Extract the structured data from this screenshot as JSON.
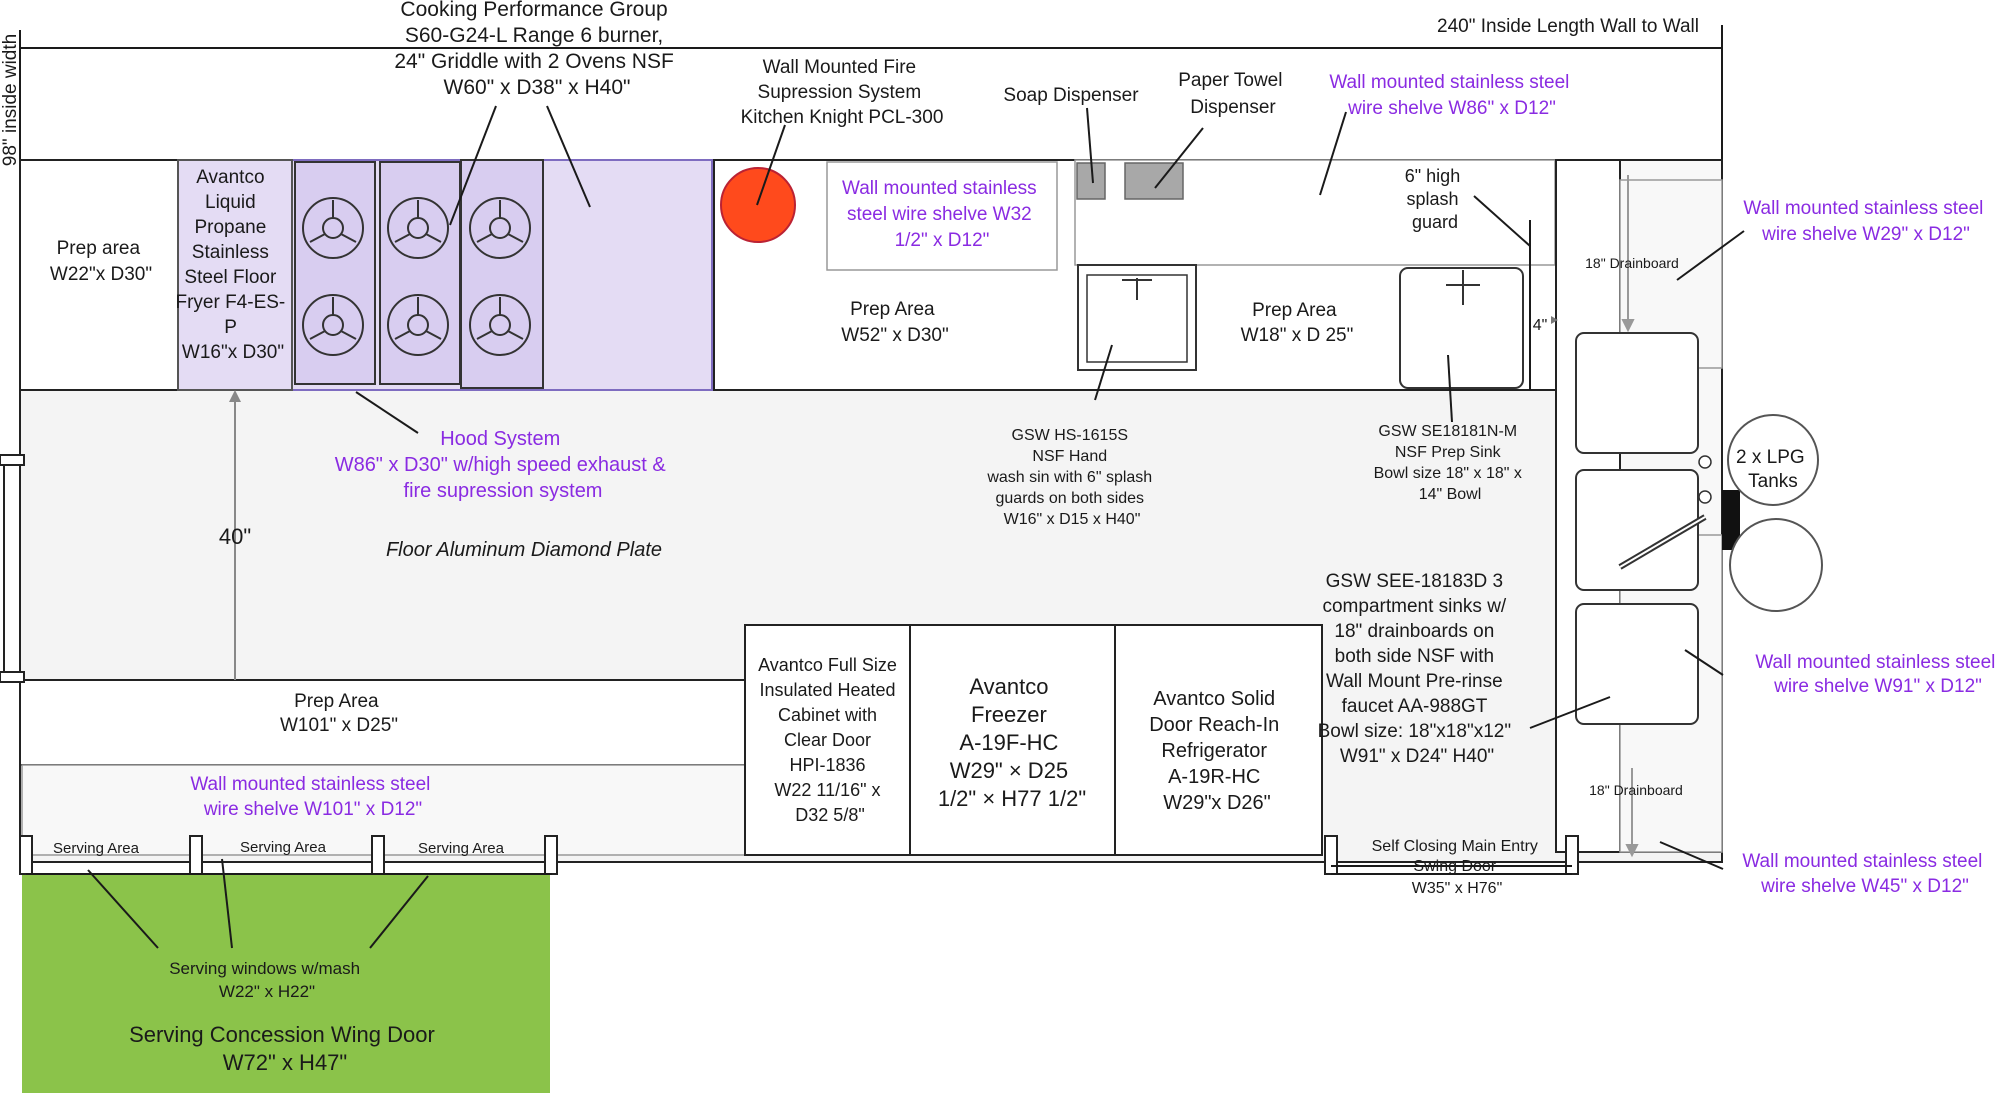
{
  "dimensions": {
    "length": "240\" Inside Length Wall to Wall",
    "width": "98\" inside width",
    "aisle": "40\"",
    "splash_gap": "4\""
  },
  "range": {
    "lines": [
      "Cooking Performance Group",
      "S60-G24-L Range 6 burner,",
      "24\" Griddle with 2 Ovens NSF",
      "W60\" x D38\" x H40\""
    ]
  },
  "fire_system": {
    "lines": [
      "Wall Mounted Fire",
      "Supression System",
      "Kitchen Knight PCL-300"
    ]
  },
  "soap": {
    "label": "Soap Dispenser"
  },
  "paper_towel": {
    "lines": [
      "Paper Towel",
      "Dispenser"
    ]
  },
  "shelf_top": {
    "lines": [
      "Wall mounted stainless steel",
      "wire shelve W86\" x D12\""
    ]
  },
  "shelf_w32": {
    "lines": [
      "Wall mounted stainless",
      "steel wire shelve W32",
      "1/2\" x D12\""
    ]
  },
  "shelf_w29": {
    "lines": [
      "Wall mounted stainless steel",
      "wire shelve W29\" x D12\""
    ]
  },
  "shelf_w91": {
    "lines": [
      "Wall mounted stainless steel",
      "wire shelve W91\" x D12\""
    ]
  },
  "shelf_w45": {
    "lines": [
      "Wall mounted stainless steel",
      "wire shelve W45\" x D12\""
    ]
  },
  "shelf_w101": {
    "lines": [
      "Wall mounted stainless steel",
      "wire shelve W101\" x D12\""
    ]
  },
  "splash_guard": {
    "lines": [
      "6\" high",
      "splash",
      "guard"
    ]
  },
  "prep_left": {
    "lines": [
      "Prep area",
      "W22\"x D30\""
    ]
  },
  "fryer": {
    "lines": [
      "Avantco",
      "Liquid",
      "Propane",
      "Stainless",
      "Steel Floor",
      "Fryer  F4-ES-",
      "P",
      "W16\"x D30\""
    ]
  },
  "prep_w52": {
    "lines": [
      "Prep Area",
      "W52\" x D30\""
    ]
  },
  "prep_w18": {
    "lines": [
      "Prep Area",
      "W18\" x D 25\""
    ]
  },
  "prep_w101": {
    "lines": [
      "Prep Area",
      "W101\" x D25\""
    ]
  },
  "hood": {
    "lines": [
      "Hood System",
      "W86\" x D30\" w/high speed exhaust &",
      "fire supression system"
    ]
  },
  "floor": {
    "label": "Floor Aluminum Diamond Plate"
  },
  "hand_sink": {
    "lines": [
      "GSW HS-1615S",
      "NSF Hand",
      "wash sin with 6\" splash",
      "guards on both sides",
      "W16\" x D15 x H40\""
    ]
  },
  "prep_sink": {
    "lines": [
      "GSW SE18181N-M",
      "NSF Prep Sink",
      "Bowl size 18\" x 18\" x",
      "14\" Bowl"
    ]
  },
  "comp_sink": {
    "lines": [
      "GSW SEE-18183D 3",
      "compartment sinks w/",
      "18\" drainboards on",
      "both side NSF with",
      "Wall Mount Pre-rinse",
      "faucet AA-988GT",
      "Bowl size: 18\"x18\"x12\"",
      "W91\" x D24\" H40\""
    ]
  },
  "drainboard": {
    "top": "18\" Drainboard",
    "bottom": "18\" Drainboard"
  },
  "lpg": {
    "lines": [
      "2 x LPG",
      "Tanks"
    ]
  },
  "heated_cabinet": {
    "lines": [
      "Avantco Full Size",
      "Insulated Heated",
      "Cabinet with",
      "Clear Door",
      "HPI-1836",
      "W22 11/16\" x",
      "D32 5/8\""
    ]
  },
  "freezer": {
    "lines": [
      "Avantco",
      "Freezer",
      "A-19F-HC",
      "W29\" × D25",
      "1/2\" × H77 1/2\""
    ]
  },
  "refrigerator": {
    "lines": [
      "Avantco Solid",
      "Door Reach-In",
      "Refrigerator",
      "A-19R-HC",
      "W29\"x D26\""
    ]
  },
  "entry_door": {
    "lines": [
      "Self Closing Main Entry",
      "Swing Door",
      "W35\" x H76\""
    ]
  },
  "serving": {
    "areas": [
      "Serving Area",
      "Serving Area",
      "Serving Area"
    ]
  },
  "serving_windows": {
    "lines": [
      "Serving windows w/mash",
      "W22\" x H22\""
    ]
  },
  "wing_door": {
    "lines": [
      "Serving Concession Wing Door",
      "W72\" x H47\""
    ]
  },
  "colors": {
    "equipment": "#e4dcf4",
    "equipment_stroke": "#7e6cc0",
    "fire": "#ff4a1c",
    "wing_door": "#8bc34a",
    "purple_text": "#8a2be2",
    "floor": "#f4f4f4"
  }
}
